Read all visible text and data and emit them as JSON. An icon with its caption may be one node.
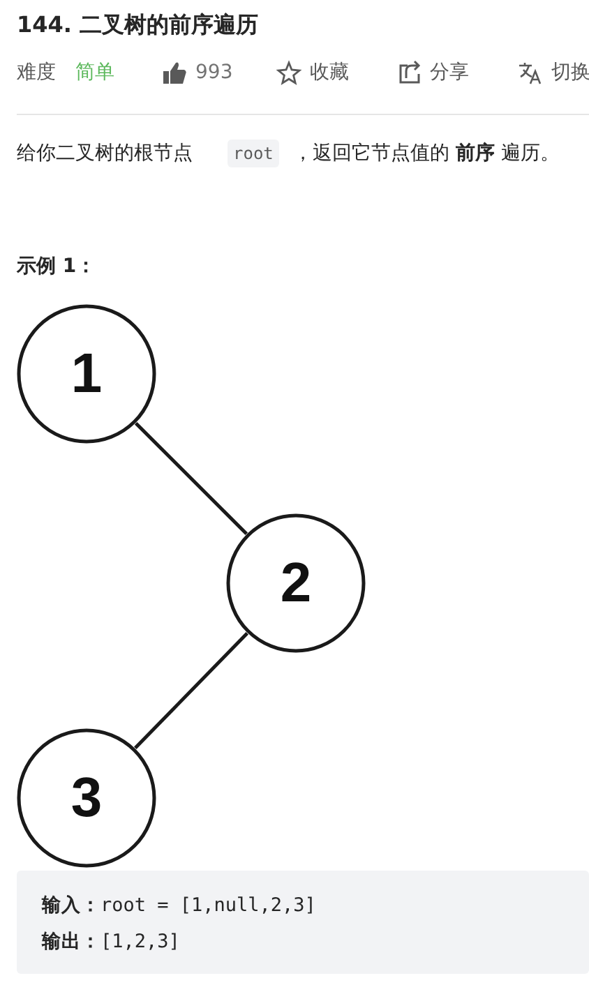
{
  "diagram": {
    "title": "144. 二叉树的前序遍历",
    "nodes": [
      {
        "text": [
          "1"
        ]
      },
      {
        "text": [
          "2"
        ]
      },
      {
        "text": [
          "3"
        ]
      }
    ],
    "edges": [
      {
        "from": 0,
        "to": 1,
        "arrow": "none"
      },
      {
        "from": 1,
        "to": 2,
        "arrow": "none"
      }
    ],
    "labels": [
      "难度",
      "简单",
      "993",
      "收藏",
      "分享",
      "切换",
      "给你二叉树的根节点",
      "root",
      "，返回它节点值的 **前序** 遍历。",
      "示例 1：",
      "**输入：**root = [1,null,2,3]",
      "**输出：**[1,2,3]"
    ]
  }
}
